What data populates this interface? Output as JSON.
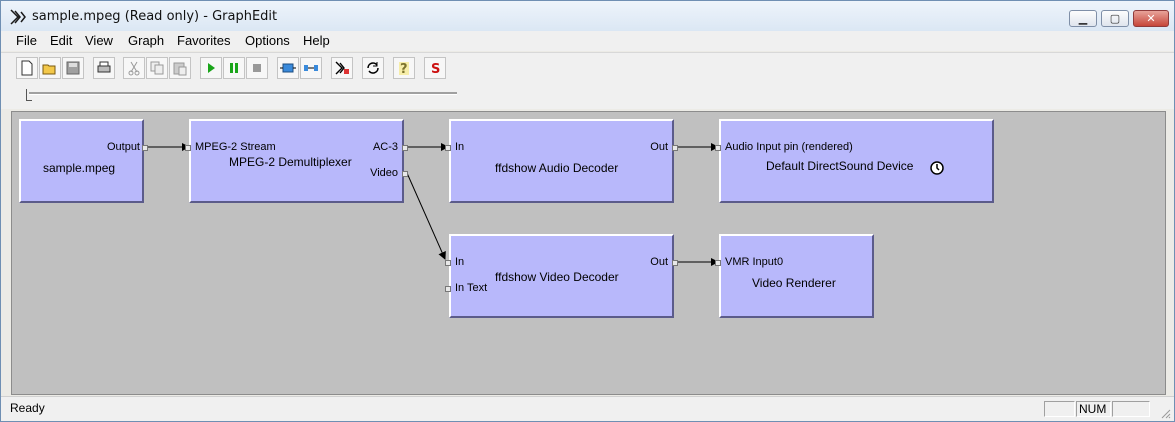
{
  "window": {
    "title": "sample.mpeg (Read only) - GraphEdit"
  },
  "menu": [
    "File",
    "Edit",
    "View",
    "Graph",
    "Favorites",
    "Options",
    "Help"
  ],
  "toolbar": {
    "buttons": [
      "new-icon",
      "open-icon",
      "save-icon",
      "print-icon",
      "cut-icon",
      "copy-icon",
      "paste-icon",
      "play-icon",
      "pause-icon",
      "stop-icon",
      "seek-icon",
      "frame-step-icon",
      "render-icon",
      "refresh-icon",
      "help-icon",
      "sync-icon"
    ]
  },
  "filters": {
    "source": {
      "name": "sample.mpeg",
      "pin_out": "Output"
    },
    "demux": {
      "name": "MPEG-2 Demultiplexer",
      "pin_in": "MPEG-2 Stream",
      "pin_out_audio": "AC-3",
      "pin_out_video": "Video"
    },
    "audio_decoder": {
      "name": "ffdshow Audio Decoder",
      "pin_in": "In",
      "pin_out": "Out"
    },
    "audio_renderer": {
      "name": "Default DirectSound Device",
      "pin_in": "Audio Input pin (rendered)"
    },
    "video_decoder": {
      "name": "ffdshow Video Decoder",
      "pin_in": "In",
      "pin_in_text": "In Text",
      "pin_out": "Out"
    },
    "video_renderer": {
      "name": "Video Renderer",
      "pin_in": "VMR Input0"
    }
  },
  "status": {
    "text": "Ready",
    "num": "NUM"
  },
  "colors": {
    "filter_fill": "#b8b8fb",
    "canvas": "#c0c0c0"
  }
}
